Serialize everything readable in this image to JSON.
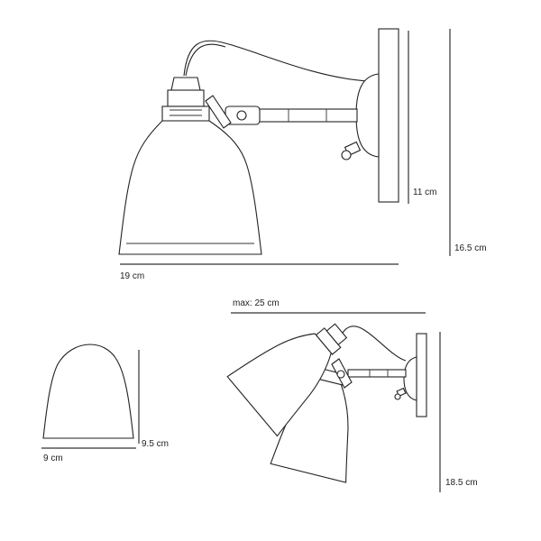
{
  "dimensions": {
    "wall_plate_height": "11 cm",
    "overall_height_top": "16.5 cm",
    "overall_depth": "19 cm",
    "max_reach": "max: 25 cm",
    "shade_height": "9.5 cm",
    "shade_width": "9 cm",
    "overall_height_bottom": "18.5 cm"
  }
}
